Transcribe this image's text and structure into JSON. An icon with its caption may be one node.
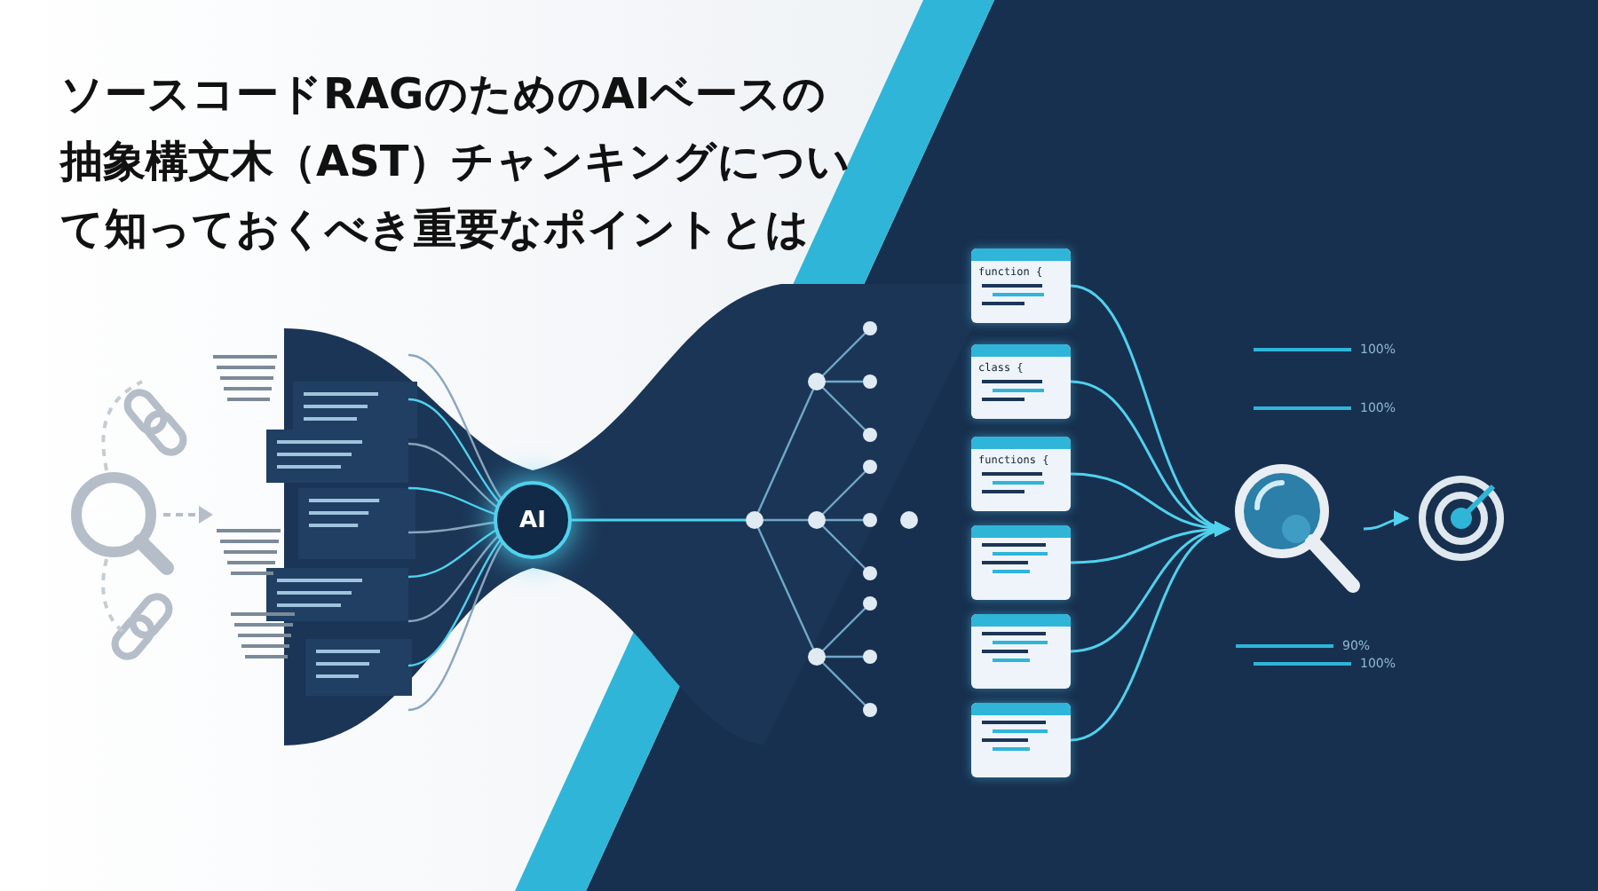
{
  "diagram": {
    "title": "ソースコードRAGのためのAIベースの抽象構文木（AST）チャンキングについて知っておくべき重要なポイントとは",
    "nodes": [
      {
        "text": [
          "AI"
        ]
      },
      {
        "text": [
          "function {"
        ]
      },
      {
        "text": [
          "class {"
        ]
      },
      {
        "text": [
          "functions {"
        ]
      },
      {
        "text": [],
        "shape": "box"
      },
      {
        "text": [],
        "shape": "box"
      },
      {
        "text": [],
        "shape": "box"
      },
      {
        "text": [],
        "shape": "picture"
      },
      {
        "text": [],
        "shape": "picture"
      }
    ],
    "edges": [
      {
        "from": 1,
        "to": 7,
        "arrow": "to"
      },
      {
        "from": 2,
        "to": 7,
        "arrow": "to"
      },
      {
        "from": 3,
        "to": 7,
        "arrow": "to"
      },
      {
        "from": 4,
        "to": 7,
        "arrow": "to"
      },
      {
        "from": 5,
        "to": 7,
        "arrow": "to"
      },
      {
        "from": 6,
        "to": 7,
        "arrow": "to"
      },
      {
        "from": 7,
        "to": 8,
        "arrow": "to"
      }
    ],
    "labels": [
      "100%",
      "100%",
      "90%",
      "100%"
    ]
  }
}
